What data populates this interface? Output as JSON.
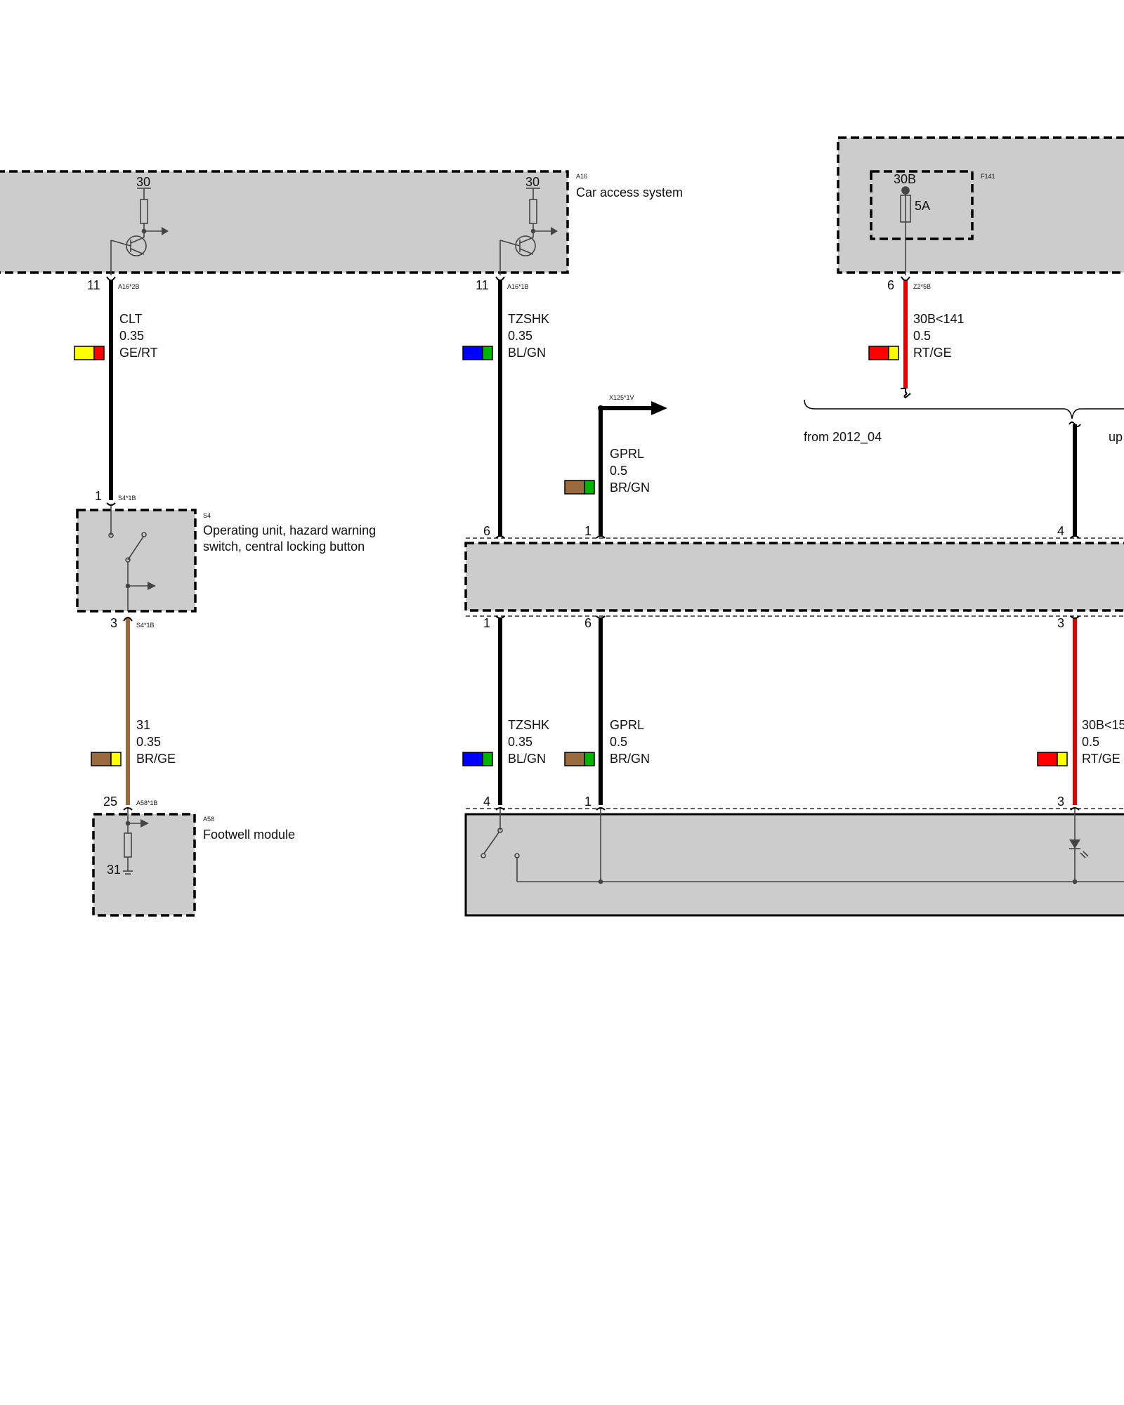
{
  "components": {
    "a16": {
      "id": "A16",
      "name": "Car access system",
      "term_left": "30",
      "term_right": "30"
    },
    "f141": {
      "id": "F141",
      "terminal": "30B",
      "rating": "5A"
    },
    "s4": {
      "id": "S4",
      "name_line1": "Operating unit, hazard warning",
      "name_line2": "switch, central locking button"
    },
    "a58": {
      "id": "A58",
      "name": "Footwell module",
      "ground_label": "31"
    }
  },
  "connectors": {
    "a16_2b": "A16*2B",
    "a16_1b": "A16*1B",
    "z2_5b": "Z2*5B",
    "x125_1v": "X125*1V",
    "s4_1b_top": "S4*1B",
    "s4_1b_bot": "S4*1B",
    "a58_1b": "A58*1B"
  },
  "pins": {
    "a16_left": "11",
    "a16_right": "11",
    "f141_out": "6",
    "s4_in": "1",
    "s4_out": "3",
    "a58_in": "25",
    "mid_top_a": "6",
    "mid_top_b": "1",
    "mid_top_c": "4",
    "mid_bot_a": "1",
    "mid_bot_b": "6",
    "mid_bot_c": "3",
    "low_top_a": "4",
    "low_top_b": "1",
    "low_top_c": "3"
  },
  "wires": {
    "clt": {
      "signal": "CLT",
      "gauge": "0.35",
      "color_code": "GE/RT",
      "c1": "#ffff00",
      "c2": "#ff0000",
      "line": "#000000"
    },
    "tzshk_upper": {
      "signal": "TZSHK",
      "gauge": "0.35",
      "color_code": "BL/GN",
      "c1": "#0000ff",
      "c2": "#00b400",
      "line": "#000000"
    },
    "b30_141": {
      "signal": "30B<141",
      "gauge": "0.5",
      "color_code": "RT/GE",
      "c1": "#ff0000",
      "c2": "#ffff00",
      "line": "#e00000"
    },
    "gprl_upper": {
      "signal": "GPRL",
      "gauge": "0.5",
      "color_code": "BR/GN",
      "c1": "#9b6a3c",
      "c2": "#00b400",
      "line": "#000000"
    },
    "w31": {
      "signal": "31",
      "gauge": "0.35",
      "color_code": "BR/GE",
      "c1": "#9b6a3c",
      "c2": "#ffff00",
      "line": "#9b6a3c"
    },
    "tzshk_lower": {
      "signal": "TZSHK",
      "gauge": "0.35",
      "color_code": "BL/GN",
      "c1": "#0000ff",
      "c2": "#00b400",
      "line": "#000000"
    },
    "gprl_lower": {
      "signal": "GPRL",
      "gauge": "0.5",
      "color_code": "BR/GN",
      "c1": "#9b6a3c",
      "c2": "#00b400",
      "line": "#000000"
    },
    "b30_15": {
      "signal": "30B<15",
      "gauge": "0.5",
      "color_code": "RT/GE",
      "c1": "#ff0000",
      "c2": "#ffff00",
      "line": "#e00000"
    }
  },
  "variants": {
    "from": "from 2012_04",
    "upto": "up"
  },
  "colors": {
    "box_fill": "#cccccc",
    "stroke": "#000000",
    "symbol": "#444444"
  }
}
